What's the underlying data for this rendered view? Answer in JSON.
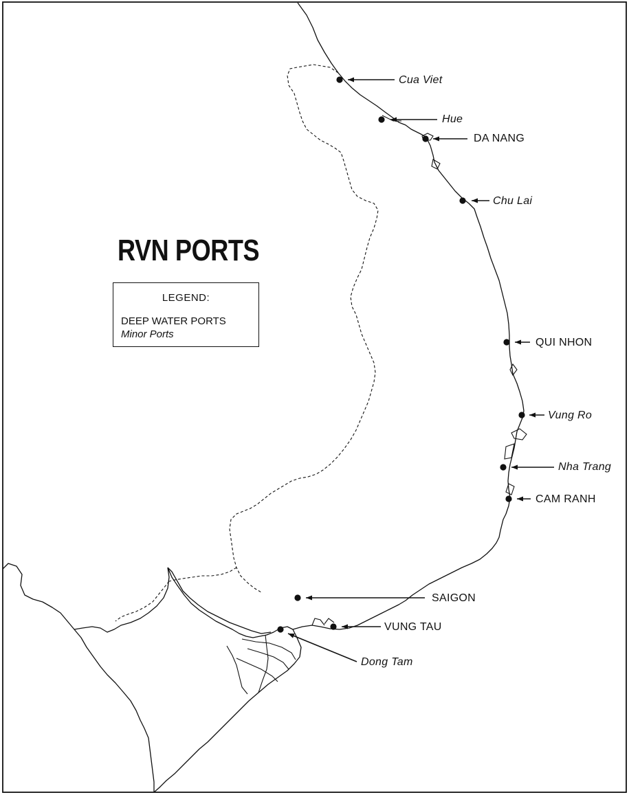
{
  "title": "RVN PORTS",
  "legend": {
    "title": "LEGEND:",
    "deep_water_label": "DEEP WATER PORTS",
    "minor_label": "Minor Ports"
  },
  "colors": {
    "ink": "#111111",
    "paper": "#ffffff"
  },
  "ports": [
    {
      "id": "cua-viet",
      "name": "Cua Viet",
      "category": "minor"
    },
    {
      "id": "hue",
      "name": "Hue",
      "category": "minor"
    },
    {
      "id": "da-nang",
      "name": "DA NANG",
      "category": "deep"
    },
    {
      "id": "chu-lai",
      "name": "Chu Lai",
      "category": "minor"
    },
    {
      "id": "qui-nhon",
      "name": "QUI NHON",
      "category": "deep"
    },
    {
      "id": "vung-ro",
      "name": "Vung Ro",
      "category": "minor"
    },
    {
      "id": "nha-trang",
      "name": "Nha Trang",
      "category": "minor"
    },
    {
      "id": "cam-ranh",
      "name": "CAM RANH",
      "category": "deep"
    },
    {
      "id": "saigon",
      "name": "SAIGON",
      "category": "deep"
    },
    {
      "id": "vung-tau",
      "name": "VUNG TAU",
      "category": "deep"
    },
    {
      "id": "dong-tam",
      "name": "Dong Tam",
      "category": "minor"
    }
  ]
}
